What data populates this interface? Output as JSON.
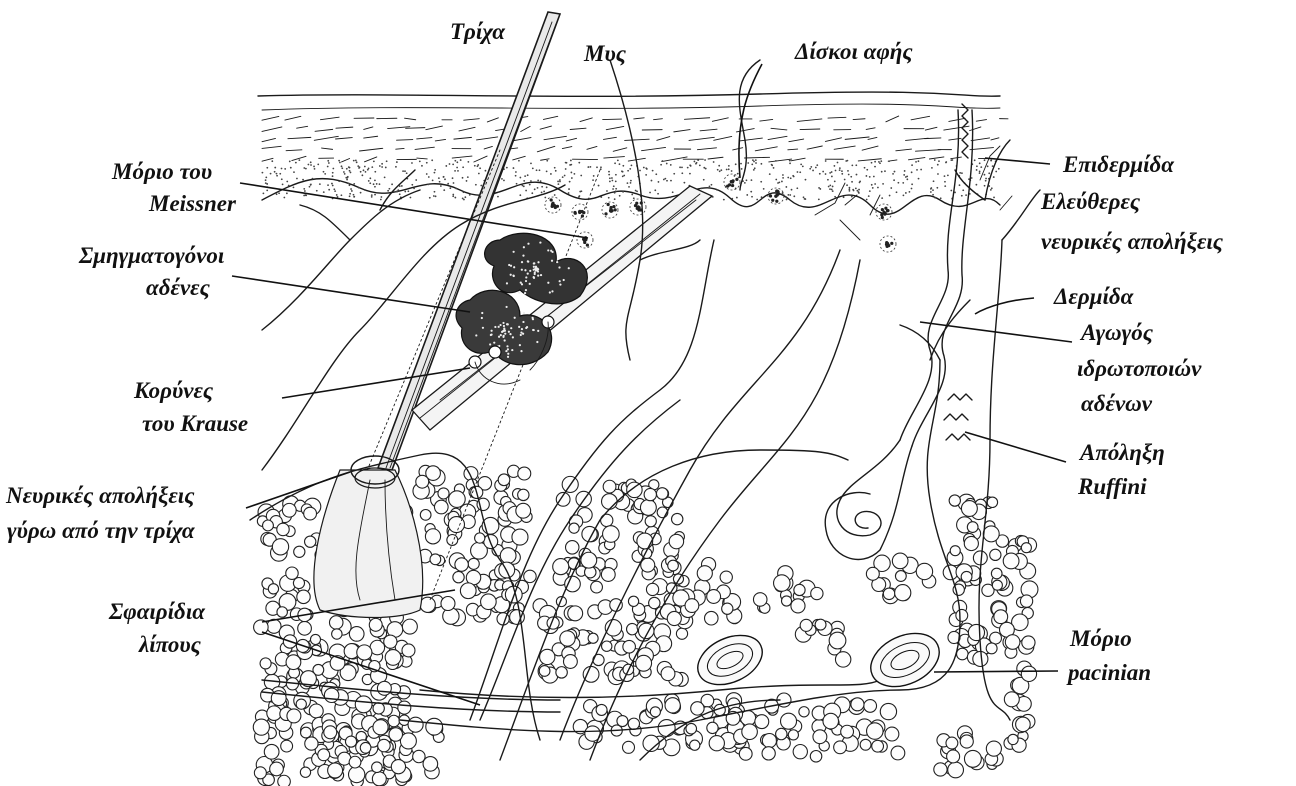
{
  "diagram": {
    "labels": {
      "hair": "Τρίχα",
      "muscle": "Μυς",
      "touch_discs": "Δίσκοι αφής",
      "meissner_1": "Μόριο του",
      "meissner_2": "Meissner",
      "epidermis": "Επιδερμίδα",
      "free_endings_1": "Ελεύθερες",
      "free_endings_2": "νευρικές απολήξεις",
      "sebaceous_1": "Σμηγματογόνοι",
      "sebaceous_2": "αδένες",
      "dermis": "Δερμίδα",
      "sweat_duct_1": "Αγωγός",
      "sweat_duct_2": "ιδρωτοποιών",
      "sweat_duct_3": "αδένων",
      "krause_1": "Κορύνες",
      "krause_2": "του Krause",
      "ruffini_1": "Απόληξη",
      "ruffini_2": "Ruffini",
      "hair_endings_1": "Νευρικές απολήξεις",
      "hair_endings_2": "γύρω από την τρίχα",
      "fat_1": "Σφαιρίδια",
      "fat_2": "λίπους",
      "pacinian_1": "Μόριο",
      "pacinian_2": "pacinian"
    }
  }
}
